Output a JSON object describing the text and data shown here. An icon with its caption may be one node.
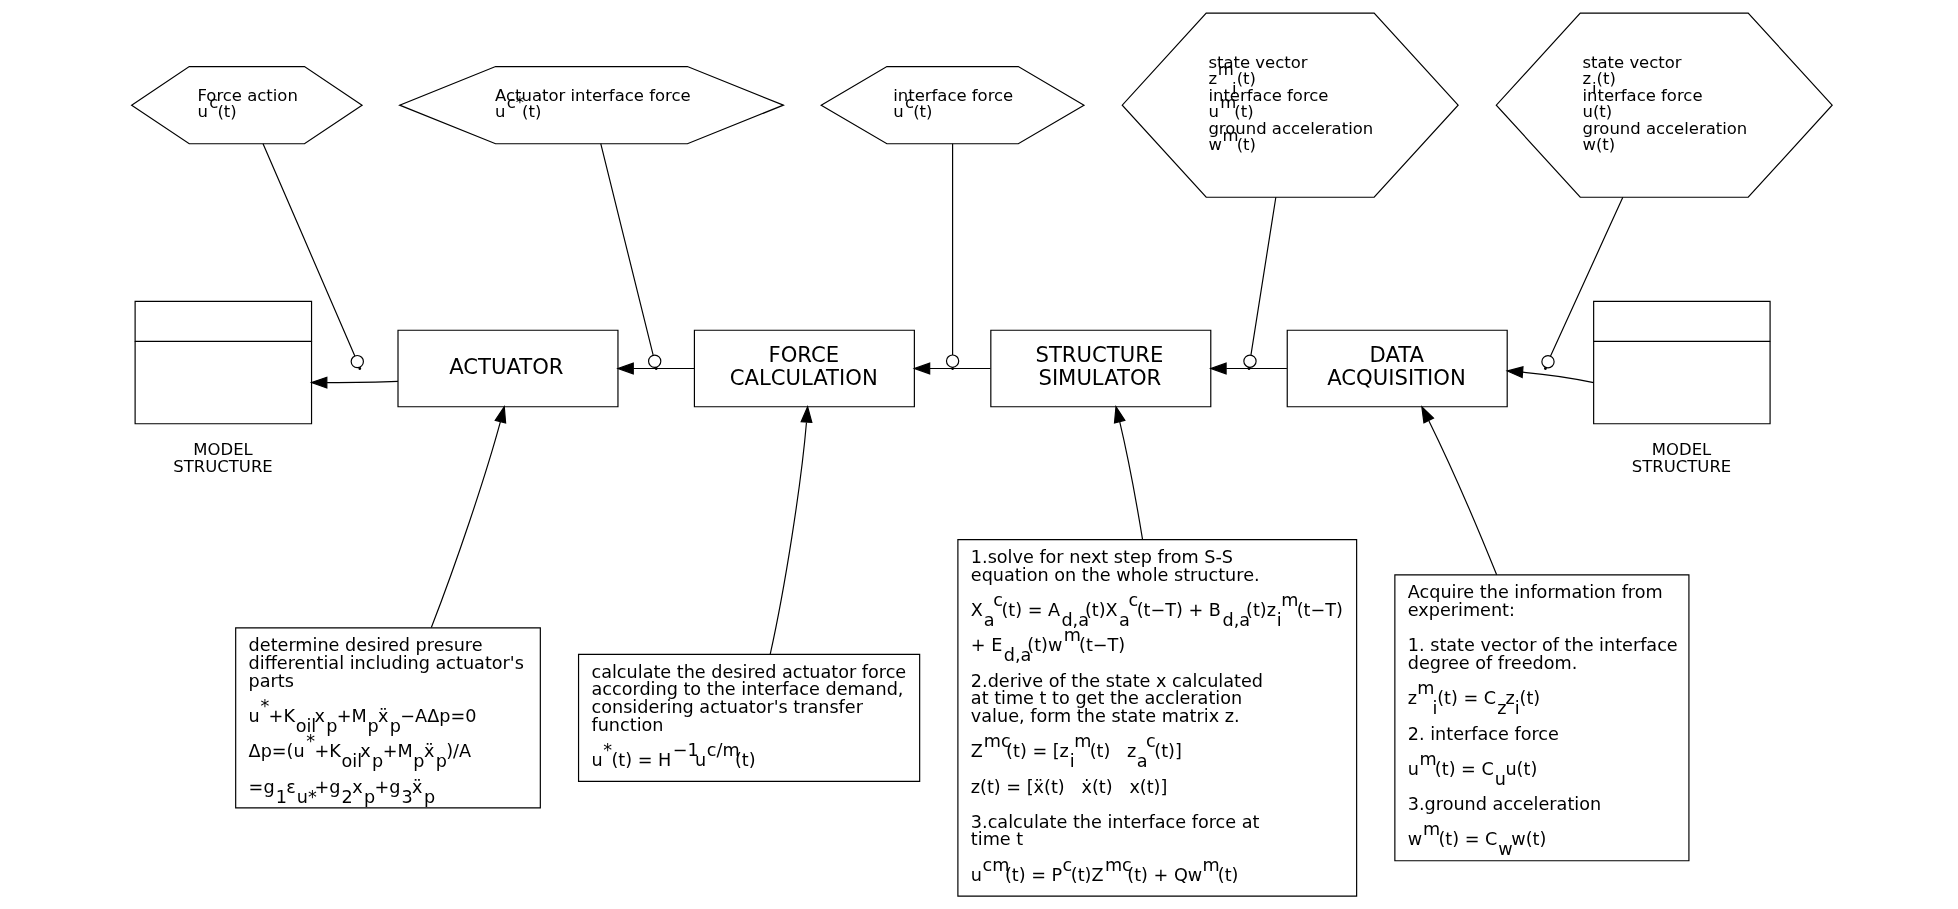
{
  "diagram": {
    "nodes": [
      {
        "text": [
          "Force action",
          "u$^{c}$(t)"
        ]
      },
      {
        "text": [
          "Actuator interface force",
          "u$^{c*}$(t)"
        ]
      },
      {
        "text": [
          "interface force",
          "u$^{c}$(t)"
        ]
      },
      {
        "text": [
          "state vector",
          "z$^{m}$$_{i}$(t)",
          "interface force",
          "u$^{m}$(t)",
          "ground acceleration",
          "w$^{m}$(t)"
        ]
      },
      {
        "text": [
          "state vector",
          "z$_{i}$(t)",
          "interface force",
          "u(t)",
          "ground acceleration",
          "w(t)"
        ]
      },
      {
        "text": [
          "MODEL STRUCTURE"
        ]
      },
      {
        "text": [
          "ACTUATOR"
        ]
      },
      {
        "text": [
          "FORCE CALCULATION"
        ]
      },
      {
        "text": [
          "STRUCTURE SIMULATOR"
        ]
      },
      {
        "text": [
          "DATA ACQUISITION"
        ]
      },
      {
        "text": [
          "MODEL STRUCTURE"
        ]
      },
      {
        "text": [
          "determine desired presure differential including actuator's parts",
          "u$^{*}$+K$_{oil}$x$_{p}$+M$_{p}$ẍ$_{p}$−AΔp=0",
          "Δp=(u$^{*}$+K$_{oil}$x$_{p}$+M$_{p}$ẍ$_{p}$)/A",
          "=g$_{1}$ε$_{u*}$+g$_{2}$x$_{p}$+g$_{3}$ẍ$_{p}$"
        ]
      },
      {
        "text": [
          "calculate the desired actuator force according to the interface demand, considering actuator's transfer function",
          "u$^{*}$(t) = H$^{−1}$u$^{c/m}$(t)"
        ]
      },
      {
        "text": [
          "1.solve for next step from S-S equation on the whole structure.",
          "X$_{a}$$^{c}$(t) = A$_{d,a}$(t)X$_{a}$$^{c}$(t−T) + B$_{d,a}$(t)z$_{i}$$^{m}$(t−T)",
          "+ E$_{d,a}$(t)w$^{m}$(t−T)",
          "2.derive of the state x calculated at time t to get the accleration value, form the state matrix z.",
          "Z$^{mc}$(t) = [z$_{i}$$^{m}$(t)   z$_{a}$$^{c}$(t)]",
          "z(t) = [ẍ(t)   ẋ(t)   x(t)]",
          "3.calculate the interface force at time t",
          "u$^{cm}$(t) = P$^{c}$(t)Z$^{mc}$(t) + Qw$^{m}$(t)"
        ]
      },
      {
        "text": [
          "Acquire the information from experiment:",
          "1. state vector of the interface degree of freedom.",
          "z$^{m}$$_{i}$(t) = C$_{z}$z$_{i}$(t)",
          "2. interface force",
          "u$^{m}$(t) = C$_{u}$u(t)",
          "3.ground acceleration",
          "w$^{m}$(t) = C$_{w}$w(t)"
        ]
      }
    ],
    "edges": [
      {
        "from": 10,
        "to": 9,
        "arrow": "to"
      },
      {
        "from": 9,
        "to": 8,
        "arrow": "to"
      },
      {
        "from": 8,
        "to": 7,
        "arrow": "to"
      },
      {
        "from": 7,
        "to": 6,
        "arrow": "to"
      },
      {
        "from": 6,
        "to": 5,
        "arrow": "to"
      },
      {
        "from": 11,
        "to": 6,
        "arrow": "to"
      },
      {
        "from": 12,
        "to": 7,
        "arrow": "to"
      },
      {
        "from": 13,
        "to": 8,
        "arrow": "to"
      },
      {
        "from": 14,
        "to": 9,
        "arrow": "to"
      },
      {
        "from": 0,
        "to": null,
        "arrow": "other"
      },
      {
        "from": 1,
        "to": null,
        "arrow": "other"
      },
      {
        "from": 2,
        "to": null,
        "arrow": "other"
      },
      {
        "from": 3,
        "to": null,
        "arrow": "other"
      },
      {
        "from": 4,
        "to": null,
        "arrow": "other"
      }
    ]
  }
}
